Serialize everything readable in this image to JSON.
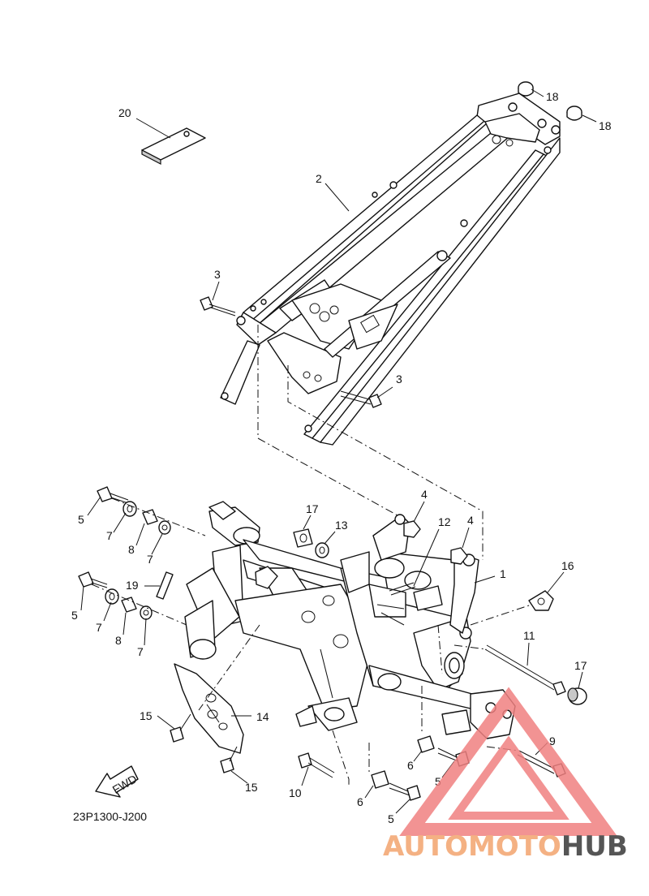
{
  "diagram": {
    "part_code": "23P1300-J200",
    "fwd_label": "FWD",
    "callouts": {
      "c1": "1",
      "c2": "2",
      "c3a": "3",
      "c3b": "3",
      "c4a": "4",
      "c4b": "4",
      "c5a": "5",
      "c5b": "5",
      "c5c": "5",
      "c5d": "5",
      "c6a": "6",
      "c6b": "6",
      "c7a": "7",
      "c7b": "7",
      "c7c": "7",
      "c7d": "7",
      "c8a": "8",
      "c8b": "8",
      "c9": "9",
      "c10": "10",
      "c11": "11",
      "c12": "12",
      "c13": "13",
      "c14": "14",
      "c15a": "15",
      "c15b": "15",
      "c16": "16",
      "c17a": "17",
      "c17b": "17",
      "c18a": "18",
      "c18b": "18",
      "c19": "19",
      "c20": "20"
    }
  },
  "watermark": {
    "part1": "AUTOMOTO",
    "part2": "HUB",
    "color1": "#f4b183",
    "color2": "#555555",
    "triangle_color": "#f08080"
  }
}
